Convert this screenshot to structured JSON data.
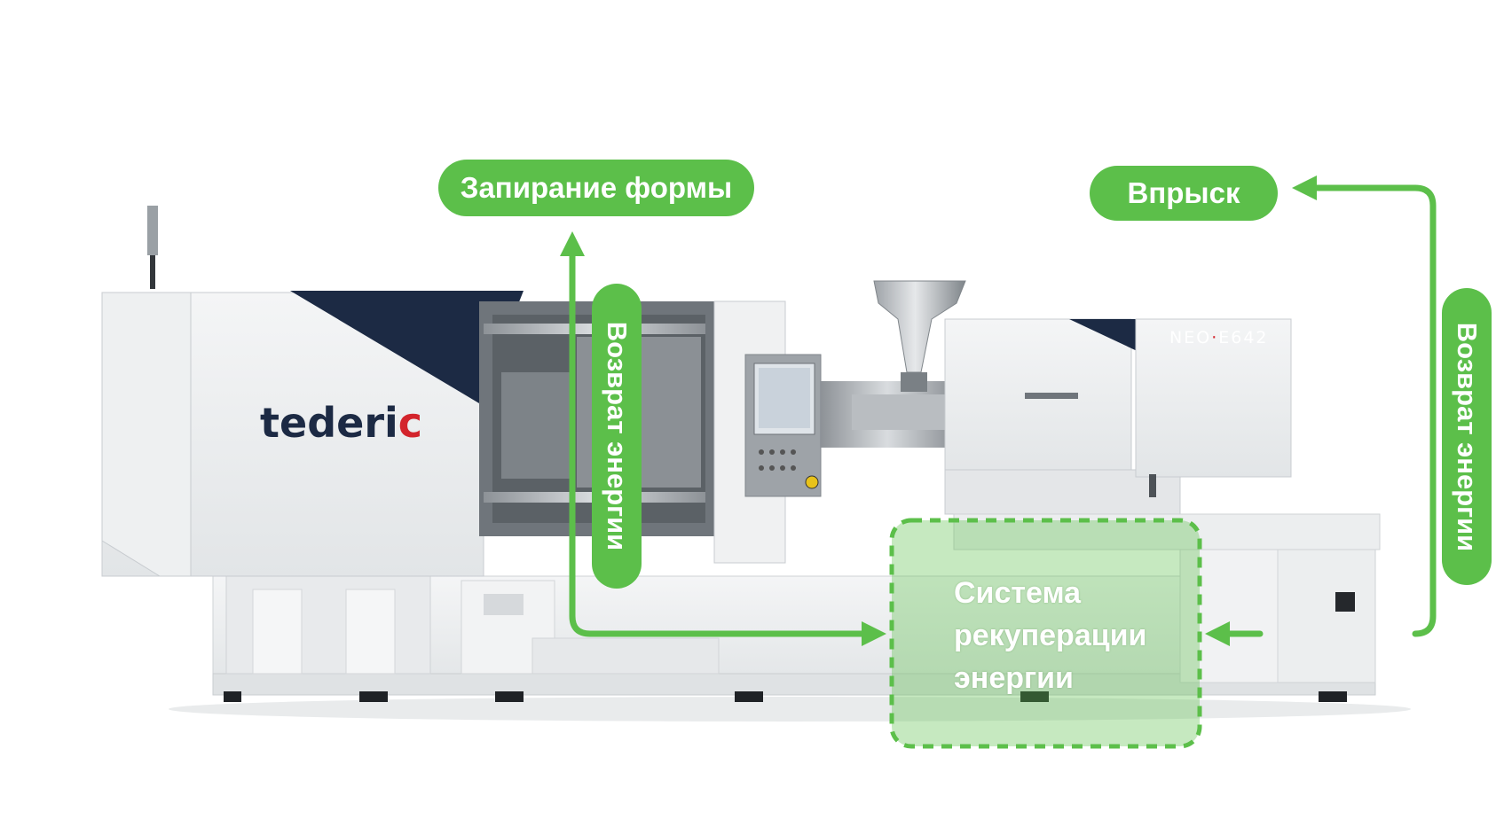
{
  "colors": {
    "accent_green": "#5cbf4a",
    "accent_green_translucent": "rgba(92,191,74,0.35)",
    "brand_navy": "#1c2a44",
    "brand_red": "#d3242c",
    "machine_white": "#eceeef",
    "machine_gray": "#a7acb0"
  },
  "brand": {
    "name_prefix": "tederi",
    "name_suffix": "c"
  },
  "model": {
    "prefix": "NEO",
    "separator": "·",
    "suffix": "E642"
  },
  "labels": {
    "clamping": "Запирание формы",
    "injection": "Впрыск",
    "energy_return_left": "Возврат энергии",
    "energy_return_right": "Возврат энергии",
    "recovery_line1": "Система",
    "recovery_line2": "рекуперации",
    "recovery_line3": "энергии"
  },
  "icons": {
    "arrow_up": "arrow-up-icon",
    "arrow_right": "arrow-right-icon",
    "arrow_left": "arrow-left-icon",
    "signal_tower": "signal-tower-icon",
    "hopper": "hopper-icon",
    "control_panel": "control-panel-icon"
  }
}
